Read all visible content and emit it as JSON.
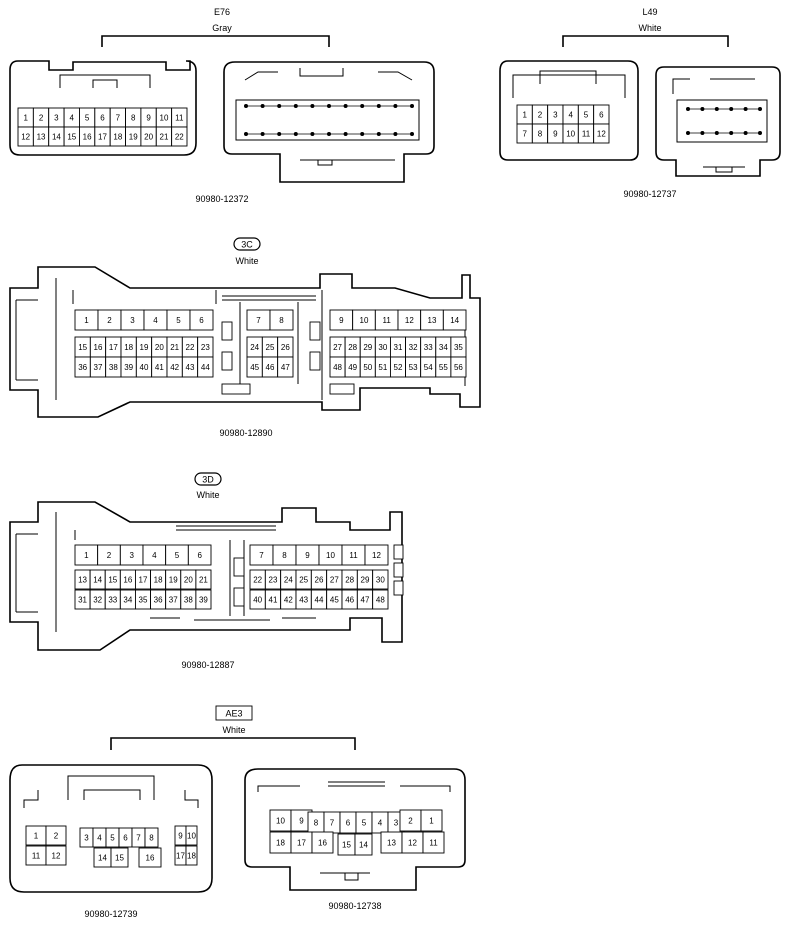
{
  "connectors": [
    {
      "code": "E76",
      "color": "Gray",
      "part_numbers": [
        "90980-12372"
      ],
      "rows": [
        [
          "1",
          "2",
          "3",
          "4",
          "5",
          "6",
          "7",
          "8",
          "9",
          "10",
          "11"
        ],
        [
          "12",
          "13",
          "14",
          "15",
          "16",
          "17",
          "18",
          "19",
          "20",
          "21",
          "22"
        ]
      ]
    },
    {
      "code": "L49",
      "color": "White",
      "part_numbers": [
        "90980-12737"
      ],
      "rows": [
        [
          "1",
          "2",
          "3",
          "4",
          "5",
          "6"
        ],
        [
          "7",
          "8",
          "9",
          "10",
          "11",
          "12"
        ]
      ]
    },
    {
      "code": "3C",
      "color": "White",
      "part_numbers": [
        "90980-12890"
      ],
      "top_row": [
        "1",
        "2",
        "3",
        "4",
        "5",
        "6",
        "7",
        "8",
        "9",
        "10",
        "11",
        "12",
        "13",
        "14"
      ],
      "row2": [
        "15",
        "16",
        "17",
        "18",
        "19",
        "20",
        "21",
        "22",
        "23",
        "24",
        "25",
        "26",
        "27",
        "28",
        "29",
        "30",
        "31",
        "32",
        "33",
        "34",
        "35"
      ],
      "row3": [
        "36",
        "37",
        "38",
        "39",
        "40",
        "41",
        "42",
        "43",
        "44",
        "45",
        "46",
        "47",
        "48",
        "49",
        "50",
        "51",
        "52",
        "53",
        "54",
        "55",
        "56"
      ]
    },
    {
      "code": "3D",
      "color": "White",
      "part_numbers": [
        "90980-12887"
      ],
      "top_row": [
        "1",
        "2",
        "3",
        "4",
        "5",
        "6",
        "7",
        "8",
        "9",
        "10",
        "11",
        "12"
      ],
      "row2": [
        "13",
        "14",
        "15",
        "16",
        "17",
        "18",
        "19",
        "20",
        "21",
        "22",
        "23",
        "24",
        "25",
        "26",
        "27",
        "28",
        "29",
        "30"
      ],
      "row3": [
        "31",
        "32",
        "33",
        "34",
        "35",
        "36",
        "37",
        "38",
        "39",
        "40",
        "41",
        "42",
        "43",
        "44",
        "45",
        "46",
        "47",
        "48"
      ]
    },
    {
      "code": "AE3",
      "color": "White",
      "part_numbers": [
        "90980-12739",
        "90980-12738"
      ],
      "left_rows": [
        [
          "1",
          "2",
          "3",
          "4",
          "5",
          "6",
          "7",
          "8",
          "9",
          "10"
        ],
        [
          "11",
          "12",
          "14",
          "15",
          "16",
          "17",
          "18"
        ]
      ],
      "right_rows": [
        [
          "10",
          "9",
          "8",
          "7",
          "6",
          "5",
          "4",
          "3",
          "2",
          "1"
        ],
        [
          "18",
          "17",
          "16",
          "15",
          "14",
          "13",
          "12",
          "11"
        ]
      ]
    }
  ]
}
